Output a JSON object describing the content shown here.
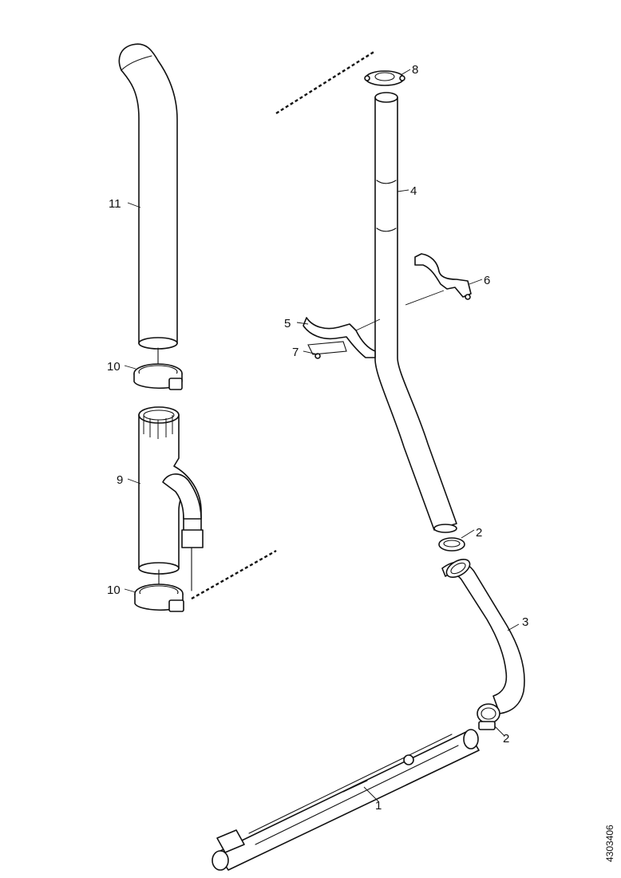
{
  "diagram": {
    "callouts": [
      "11",
      "10",
      "9",
      "10",
      "8",
      "4",
      "6",
      "5",
      "7",
      "2",
      "3",
      "2",
      "1"
    ],
    "drawing_code": "4303406"
  }
}
